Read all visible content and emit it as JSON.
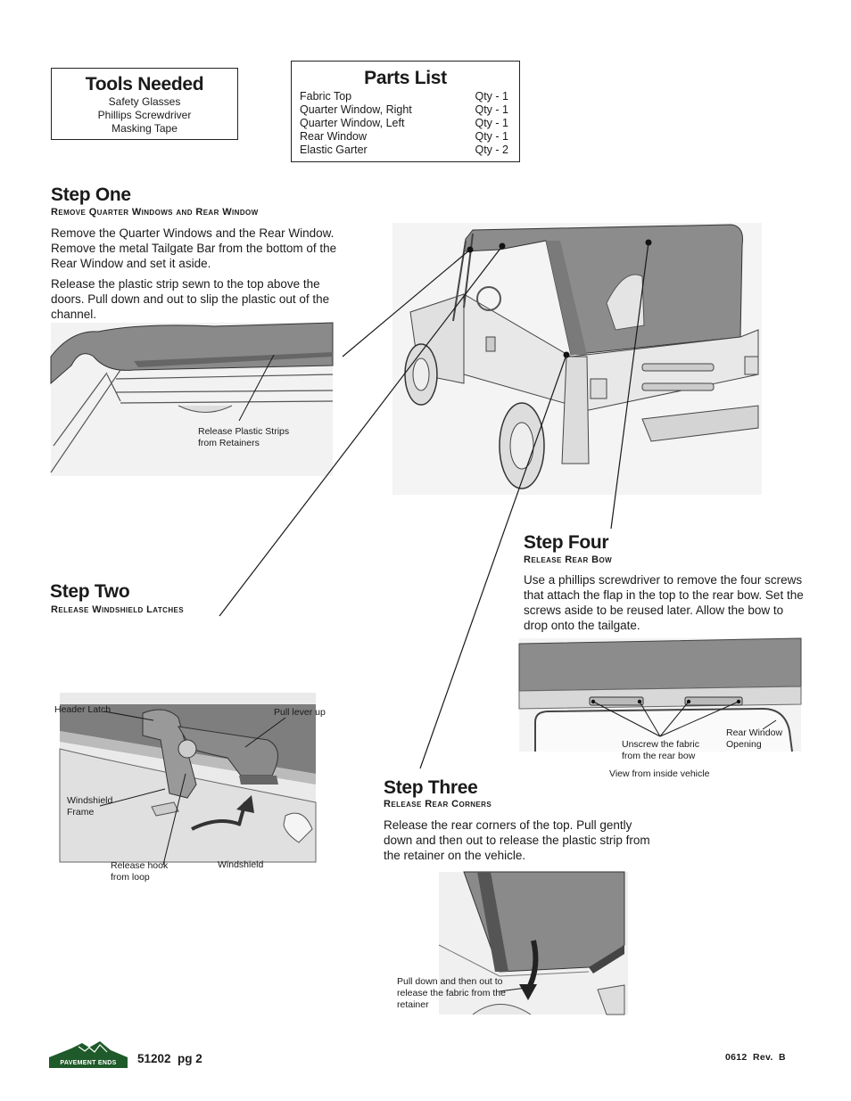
{
  "tools": {
    "title": "Tools Needed",
    "items": [
      "Safety Glasses",
      "Phillips Screwdriver",
      "Masking Tape"
    ]
  },
  "parts": {
    "title": "Parts List",
    "items": [
      {
        "name": "Fabric Top",
        "qty": "Qty - 1"
      },
      {
        "name": "Quarter Window, Right",
        "qty": "Qty - 1"
      },
      {
        "name": "Quarter Window, Left",
        "qty": "Qty - 1"
      },
      {
        "name": "Rear Window",
        "qty": "Qty - 1"
      },
      {
        "name": "Elastic Garter",
        "qty": "Qty - 2"
      }
    ]
  },
  "step1": {
    "title": "Step One",
    "subtitle": "Remove Quarter Windows and Rear Window",
    "para1": "Remove the Quarter Windows and the Rear Window. Remove the metal Tailgate Bar from the bottom of the Rear Window and set it aside.",
    "para2": "Release the plastic strip sewn to the top above the doors. Pull down and out to slip the plastic out of the channel.",
    "caption": "Release Plastic Strips from Retainers"
  },
  "step2": {
    "title": "Step Two",
    "subtitle": "Release Windshield Latches",
    "cap_header": "Header Latch",
    "cap_pull": "Pull lever up",
    "cap_frame": "Windshield Frame",
    "cap_hook": "Release hook from loop",
    "cap_windshield": "Windshield"
  },
  "step3": {
    "title": "Step Three",
    "subtitle": "Release Rear Corners",
    "para": "Release the rear corners of the top. Pull gently down and then out to release the plastic strip from the retainer on the vehicle.",
    "caption": "Pull down and then out to release the fabric from the retainer"
  },
  "step4": {
    "title": "Step Four",
    "subtitle": "Release Rear Bow",
    "para": "Use a phillips screwdriver to remove the four screws that attach the flap in the top to the rear bow.  Set the screws aside to be reused later. Allow the bow to drop onto the tailgate.",
    "cap_unscrew": "Unscrew the fabric from the rear bow",
    "cap_opening": "Rear Window Opening",
    "cap_view": "View from inside vehicle"
  },
  "footer": {
    "logo_text": "PAVEMENT ENDS",
    "page": "51202  pg 2",
    "rev": "0612  Rev.  B"
  },
  "colors": {
    "fabric": "#8a8a8a",
    "logo_green": "#1f5a2a",
    "line": "#1a1a1a"
  }
}
